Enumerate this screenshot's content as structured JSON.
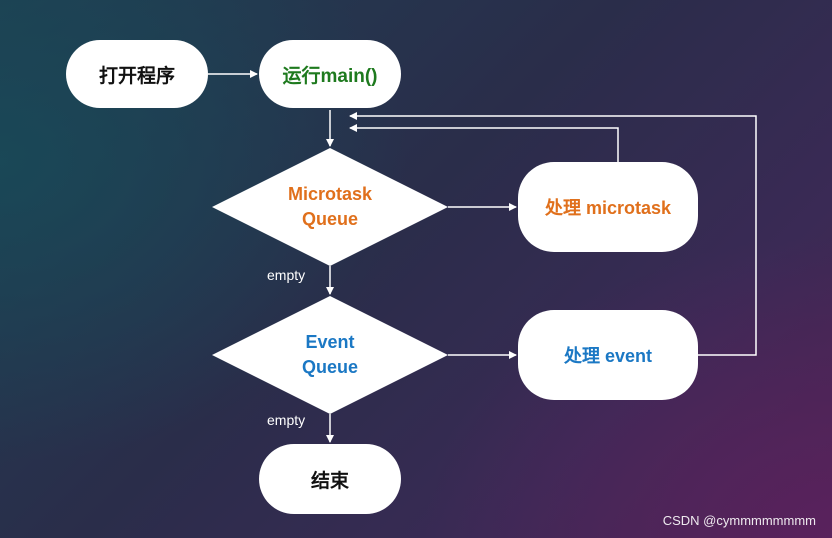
{
  "nodes": {
    "open_program": "打开程序",
    "run_main": "运行main()",
    "microtask_queue_line1": "Microtask",
    "microtask_queue_line2": "Queue",
    "process_microtask": "处理 microtask",
    "event_queue_line1": "Event",
    "event_queue_line2": "Queue",
    "process_event": "处理 event",
    "end": "结束"
  },
  "edge_labels": {
    "microtask_empty": "empty",
    "event_empty": "empty"
  },
  "watermark": "CSDN @cymmmmmmmm",
  "colors": {
    "run_main_text": "#1e7a1e",
    "microtask_text": "#e0701c",
    "event_text": "#1b78c4",
    "default_text": "#111111",
    "connector": "#ffffff"
  }
}
